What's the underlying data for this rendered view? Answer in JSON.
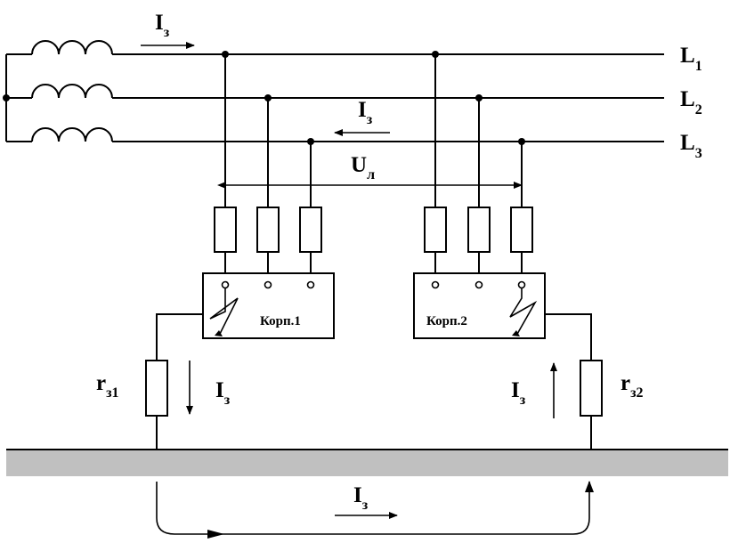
{
  "lines": [
    {
      "name": "L",
      "index": "1"
    },
    {
      "name": "L",
      "index": "2"
    },
    {
      "name": "L",
      "index": "3"
    }
  ],
  "current": {
    "symbol": "I",
    "sub": "з"
  },
  "voltage": {
    "symbol": "U",
    "sub": "л"
  },
  "housings": [
    "Корп.1",
    "Корп.2"
  ],
  "resistors": [
    {
      "symbol": "r",
      "sub": "з1"
    },
    {
      "symbol": "r",
      "sub": "з2"
    }
  ],
  "colors": {
    "wire": "#000000",
    "ground": "#c0c0c0",
    "background": "#ffffff"
  }
}
